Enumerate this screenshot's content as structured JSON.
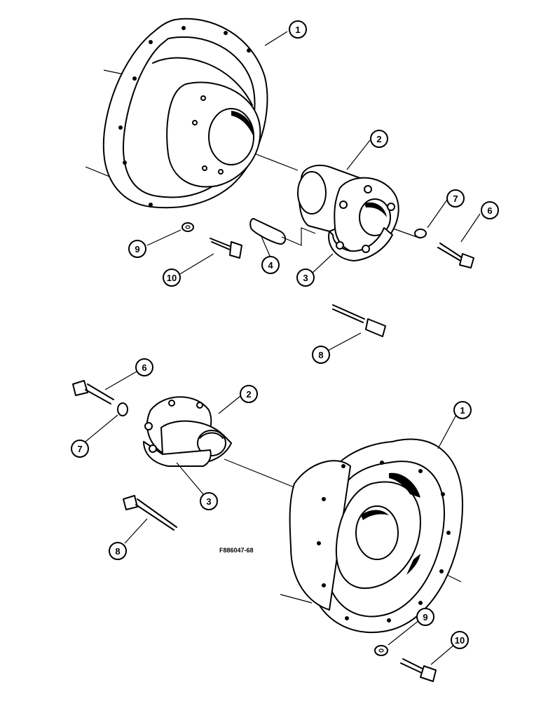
{
  "figure_id": "F886047-68",
  "callouts": {
    "upper": [
      "1",
      "2",
      "7",
      "6",
      "9",
      "10",
      "4",
      "3",
      "8"
    ],
    "lower": [
      "6",
      "2",
      "7",
      "1",
      "3",
      "8",
      "9",
      "10"
    ]
  }
}
